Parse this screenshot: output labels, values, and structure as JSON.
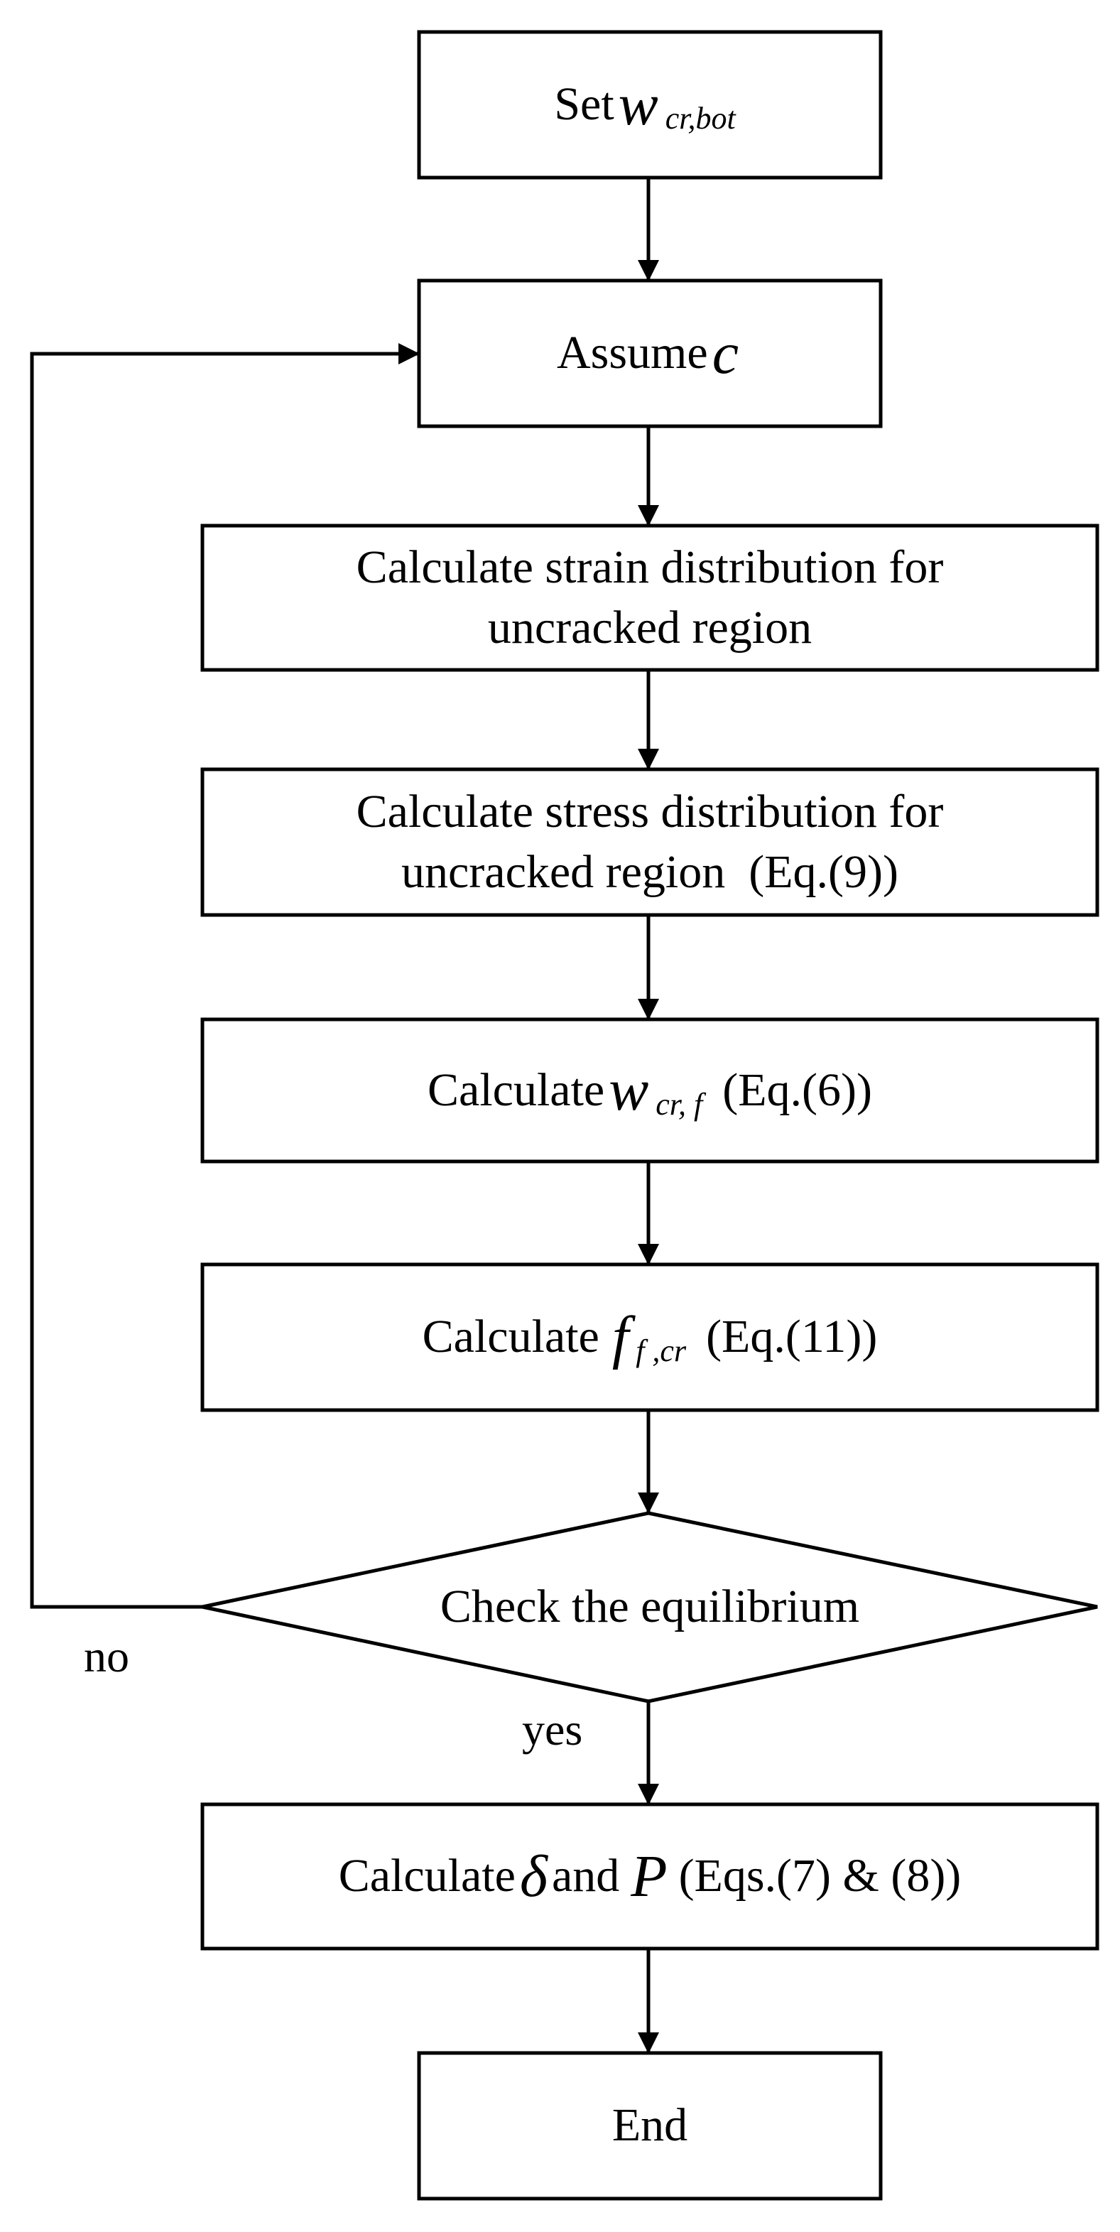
{
  "nodes": {
    "set": {
      "text": "Set",
      "var": "w",
      "sub": "cr,bot"
    },
    "assume": {
      "text": "Assume",
      "var": "c"
    },
    "strain": {
      "line1": "Calculate strain distribution for",
      "line2": "uncracked region"
    },
    "stress": {
      "line1": "Calculate stress distribution for",
      "line2": "uncracked region  (Eq.(9))"
    },
    "wcrf": {
      "text": "Calculate",
      "var": "w",
      "sub": "cr, f",
      "eq": "(Eq.(6))"
    },
    "ffcr": {
      "text": "Calculate",
      "var": "f",
      "sub": "f ,cr",
      "eq": "(Eq.(11))"
    },
    "check": {
      "text": "Check the equilibrium"
    },
    "delta": {
      "text": "Calculate",
      "var1": "δ",
      "and": "and",
      "var2": "P",
      "eq": "(Eqs.(7) & (8))"
    },
    "end": {
      "text": "End"
    }
  },
  "edges": {
    "no_label": "no",
    "yes_label": "yes"
  },
  "colors": {
    "stroke": "#000000",
    "background": "#ffffff"
  }
}
